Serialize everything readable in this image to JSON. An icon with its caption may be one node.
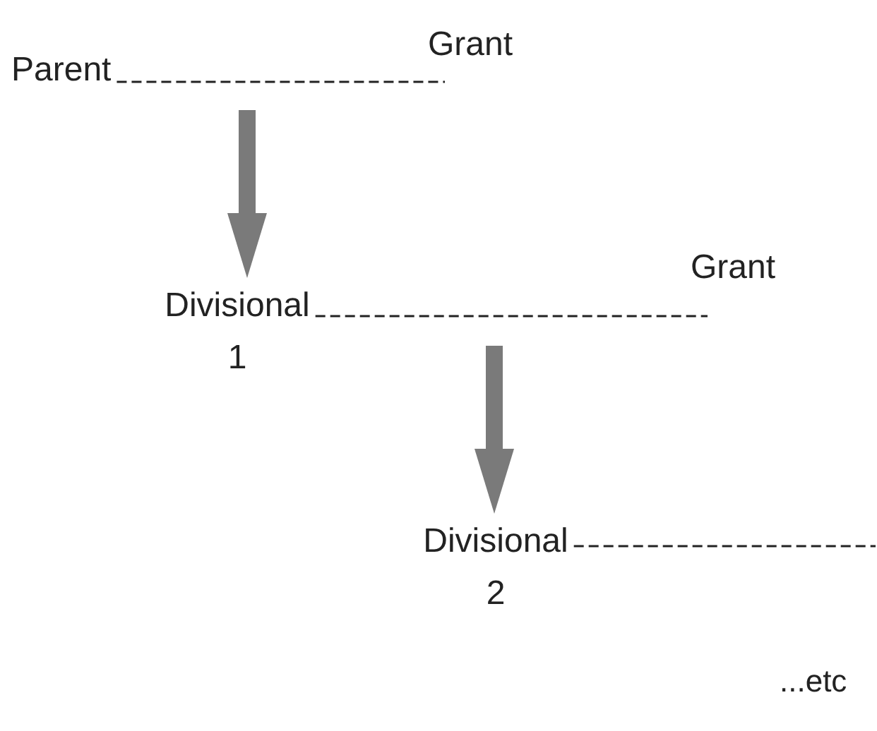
{
  "diagram": {
    "nodes": [
      {
        "text": [
          "Grant"
        ]
      },
      {
        "text": [
          "Parent"
        ]
      },
      {
        "text": [
          "Grant"
        ]
      },
      {
        "text": [
          "Divisional 1"
        ]
      },
      {
        "text": [
          "Divisional 2"
        ]
      }
    ],
    "edges": [
      {
        "from": 1,
        "to": 0,
        "arrow": "none",
        "style": "dashed"
      },
      {
        "from": null,
        "to": 3,
        "arrow": "to",
        "style": "thick",
        "color": "#7a7a7a"
      },
      {
        "from": 3,
        "to": 2,
        "arrow": "none",
        "style": "dashed"
      },
      {
        "from": null,
        "to": 4,
        "arrow": "to",
        "style": "thick",
        "color": "#7a7a7a"
      },
      {
        "from": 4,
        "to": null,
        "arrow": "none",
        "style": "dashed"
      }
    ],
    "labels": [
      "...etc"
    ]
  }
}
